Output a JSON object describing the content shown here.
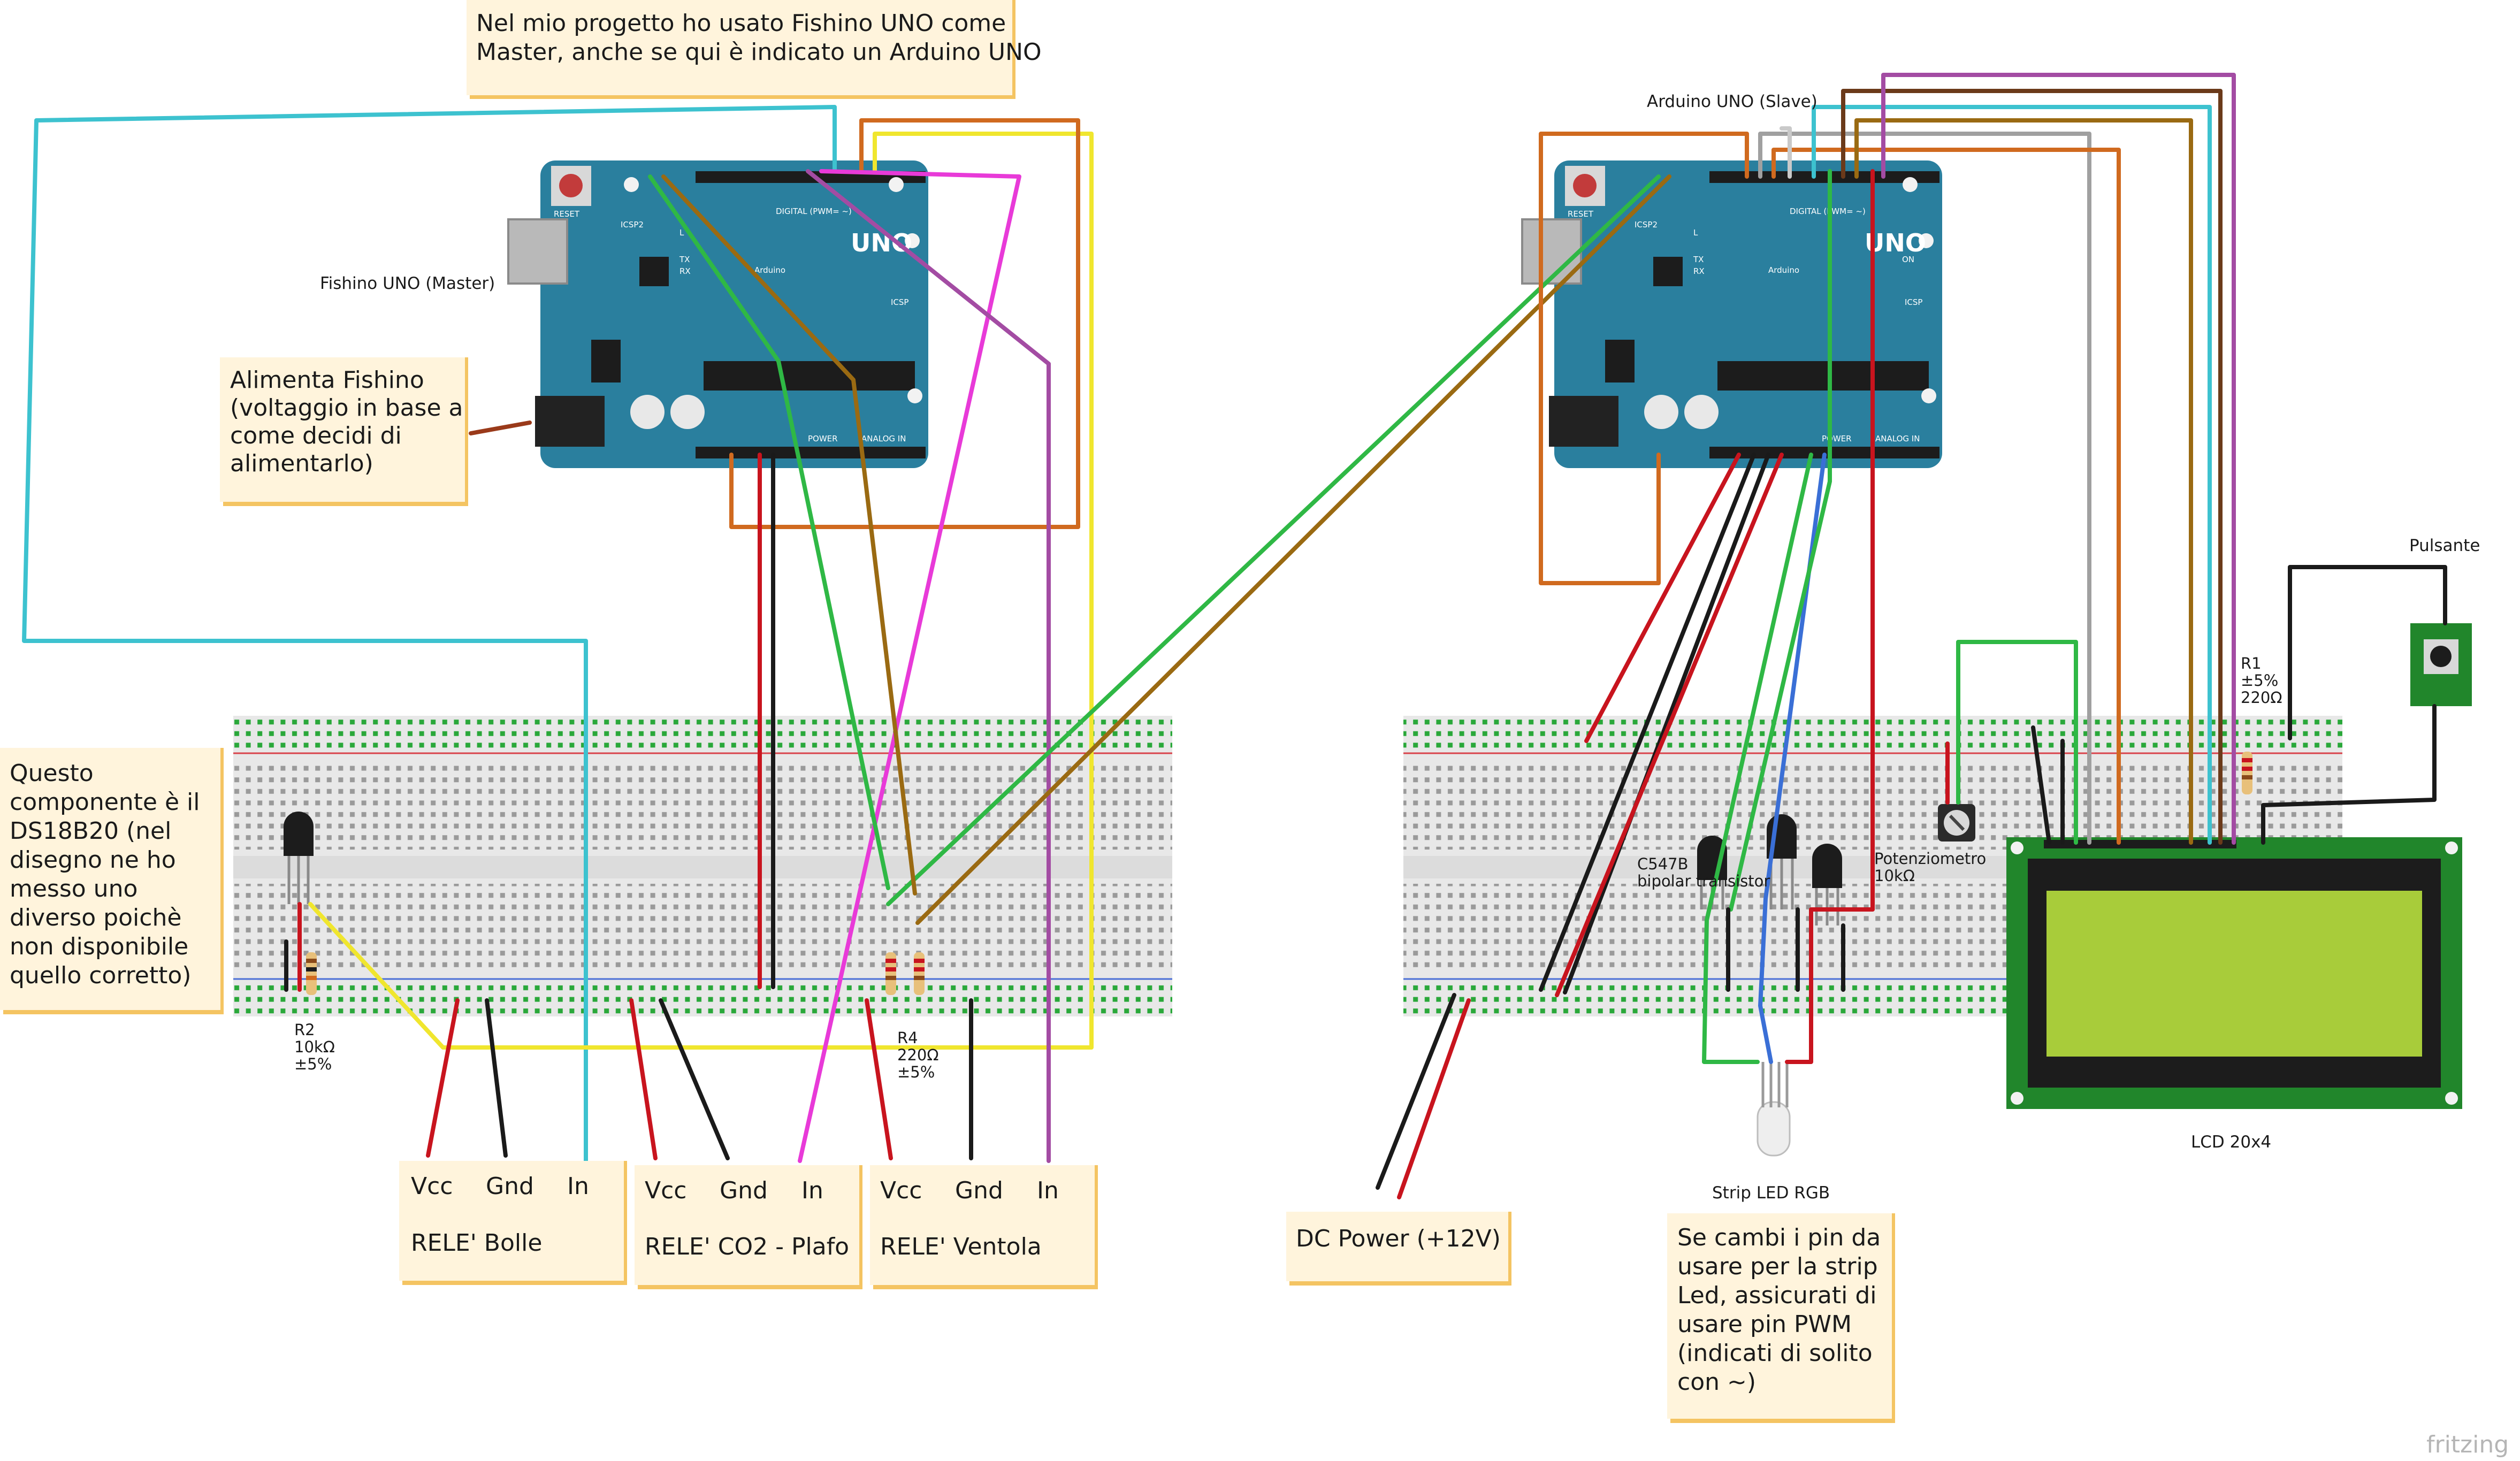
{
  "colors": {
    "note_fill": "#fff4dc",
    "note_shadow": "#f4c462",
    "board": "#2a7f9e",
    "breadboard": "#e8e8e8",
    "lcd_pcb": "#21862b",
    "lcd_screen": "#a8cc3a",
    "wire_red": "#c8141e",
    "wire_black": "#1a1a1a",
    "wire_cyan": "#3dc2cf",
    "wire_yellow": "#f0e62e",
    "wire_orange": "#d06a1f",
    "wire_green": "#2fb845",
    "wire_brown": "#9a6a12",
    "wire_magenta": "#e83ad8",
    "wire_purple": "#a34ca3",
    "wire_gray": "#a0a0a0",
    "wire_blue": "#3a6fd6",
    "wire_darkbrown": "#6b3a1a",
    "wire_lightgray": "#c9c9c9"
  },
  "notes": {
    "master_note": [
      "Nel mio progetto ho usato Fishino UNO come",
      "Master, anche se qui è indicato un Arduino UNO"
    ],
    "power_note": [
      "Alimenta Fishino",
      "(voltaggio in base a",
      "come decidi di",
      "alimentarlo)"
    ],
    "ds18b20_note": [
      "Questo",
      "componente è il",
      "DS18B20 (nel",
      "disegno ne ho",
      "messo uno",
      "diverso poichè",
      "non disponibile",
      "quello corretto)"
    ],
    "dc_power": "DC Power (+12V)",
    "pwm_note": [
      "Se cambi i pin da",
      "usare per la strip",
      "Led, assicurati di",
      "usare pin PWM",
      "(indicati di solito",
      "con ~)"
    ]
  },
  "relays": [
    {
      "pins": [
        "Vcc",
        "Gnd",
        "In"
      ],
      "name": "RELE' Bolle"
    },
    {
      "pins": [
        "Vcc",
        "Gnd",
        "In"
      ],
      "name": "RELE' CO2 - Plafo"
    },
    {
      "pins": [
        "Vcc",
        "Gnd",
        "In"
      ],
      "name": "RELE' Ventola"
    }
  ],
  "labels": {
    "master_board": "Fishino UNO (Master)",
    "slave_board": "Arduino UNO (Slave)",
    "r2": [
      "R2",
      "10kΩ",
      "±5%"
    ],
    "r4": [
      "R4",
      "220Ω",
      "±5%"
    ],
    "r1": [
      "R1",
      "±5%",
      "220Ω"
    ],
    "transistor": [
      "C547B",
      "bipolar transistor"
    ],
    "pot": [
      "Potenziometro",
      "10kΩ"
    ],
    "button": "Pulsante",
    "led": "Strip LED RGB",
    "lcd": "LCD 20x4",
    "brand": "fritzing"
  },
  "board_text": {
    "uno": "UNO",
    "arduino": "Arduino",
    "reset": "RESET",
    "icsp2": "ICSP2",
    "icsp": "ICSP",
    "digital": "DIGITAL (PWM= ~)",
    "power": "POWER",
    "analog": "ANALOG IN",
    "tx": "TX",
    "rx": "RX",
    "l": "L",
    "on": "ON"
  }
}
